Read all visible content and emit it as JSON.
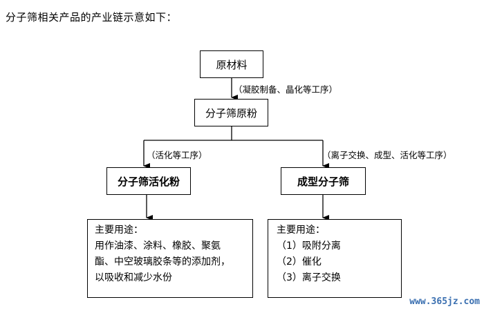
{
  "intro": "分子筛相关产品的产业链示意如下：",
  "nodes": {
    "raw_material": "原材料",
    "powder": "分子筛原粉",
    "activated_powder": "分子筛活化粉",
    "formed_sieve": "成型分子筛"
  },
  "processes": {
    "to_powder": "（凝胶制备、晶化等工序）",
    "to_activated": "（活化等工序）",
    "to_formed": "（离子交换、成型、活化等工序）"
  },
  "usage_left": {
    "title": "主要用途：",
    "lines": [
      "用作油漆、涂料、橡胶、聚氨",
      "酯、中空玻璃胶条等的添加剂，",
      "以吸收和减少水份"
    ]
  },
  "usage_right": {
    "title": "主要用途：",
    "lines": [
      "（1）吸附分离",
      "（2）催化",
      "（3）离子交换"
    ]
  },
  "watermark": "www.365jz.com"
}
